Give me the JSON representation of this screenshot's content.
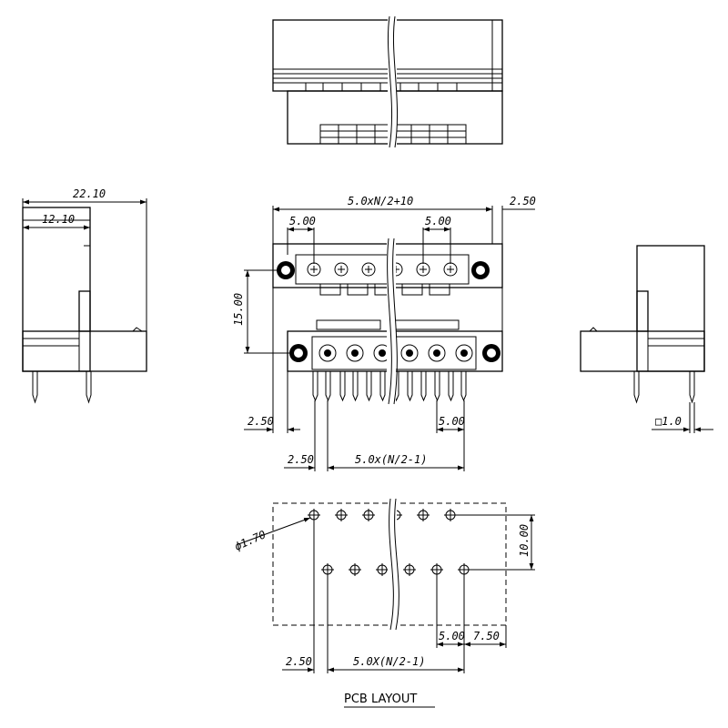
{
  "drawing": {
    "top_view": {},
    "front_view": {
      "overall_width": "5.0xN/2+10",
      "right_offset": "2.50",
      "top_pitch": "5.00",
      "top_pitch_right": "5.00",
      "height": "15.00",
      "left_offset": "2.50",
      "bottom_pitch": "5.00",
      "bottom_offset": "2.50",
      "bottom_span": "5.0x(N/2-1)"
    },
    "left_side_view": {
      "depth": "22.10",
      "depth_inner": "12.10"
    },
    "right_side_view": {
      "pin_size": "□1.0"
    },
    "pcb_layout": {
      "hole_diameter": "ϕ1.70",
      "row_spacing": "10.00",
      "pitch": "5.00",
      "edge_offset": "7.50",
      "left_offset": "2.50",
      "span": "5.0X(N/2-1)",
      "title": "PCB LAYOUT"
    }
  }
}
